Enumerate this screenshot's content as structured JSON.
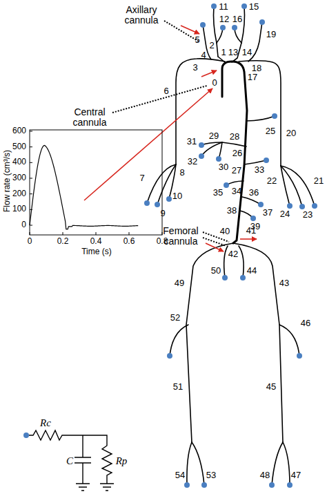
{
  "diagram": {
    "labels": [
      "11",
      "15",
      "12",
      "16",
      "19",
      "Axillary cannula",
      "5",
      "4",
      "2",
      "1",
      "13",
      "14",
      "3",
      "18",
      "0",
      "17",
      "6",
      "20",
      "Central cannula",
      "25",
      "28",
      "31",
      "29",
      "26",
      "32",
      "30",
      "27",
      "33",
      "600",
      "500",
      "400",
      "300",
      "200",
      "100",
      "0",
      "Flow rate (cm³/s)",
      "0",
      "0.2",
      "0.4",
      "0.6",
      "0.8",
      "Time (s)",
      "7",
      "8",
      "9",
      "10",
      "21",
      "22",
      "23",
      "24",
      "34",
      "35",
      "36",
      "37",
      "38",
      "39",
      "40",
      "Femoral cannula",
      "41",
      "42",
      "50",
      "44",
      "49",
      "43",
      "52",
      "46",
      "51",
      "45",
      "54",
      "53",
      "48",
      "47",
      "Rc",
      "C",
      "Rp"
    ]
  }
}
